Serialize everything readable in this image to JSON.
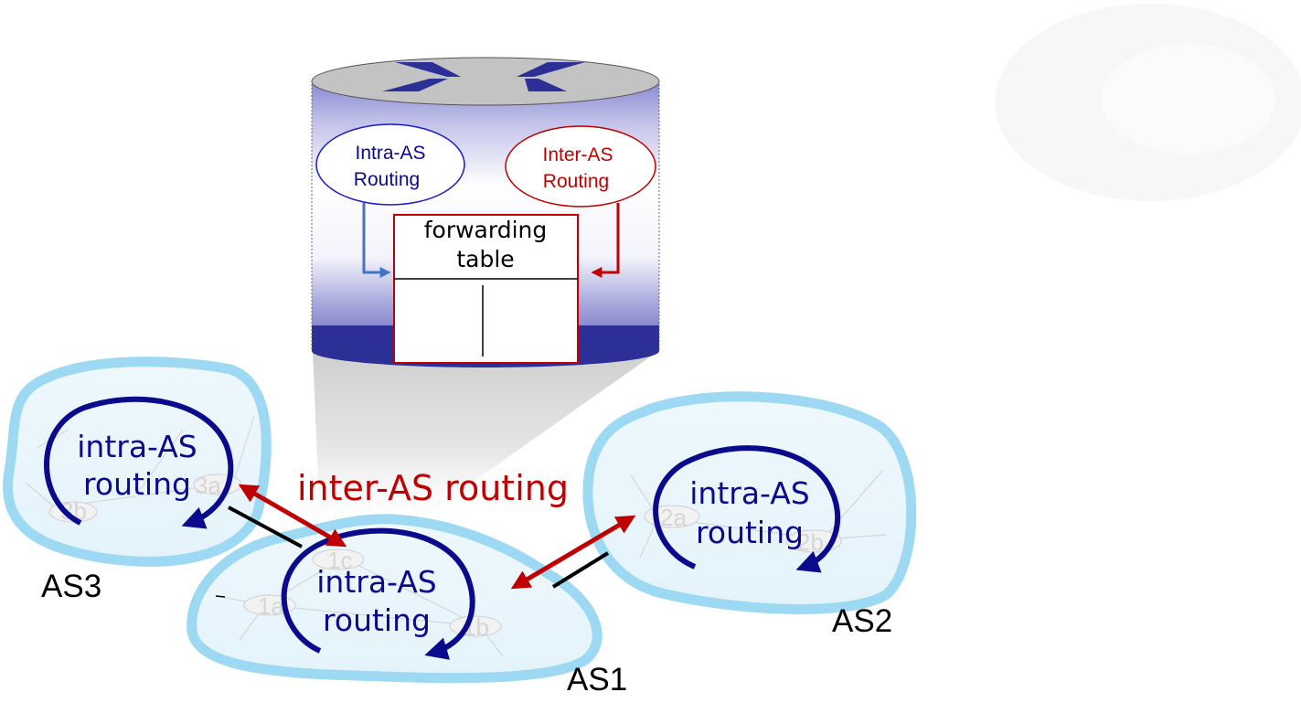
{
  "router": {
    "intra_as_line1": "Intra-AS",
    "intra_as_line2": "Routing",
    "inter_as_line1": "Inter-AS",
    "inter_as_line2": "Routing",
    "forwarding_line1": "forwarding",
    "forwarding_line2": "table"
  },
  "inter_as_label": "inter-AS routing",
  "autonomous_systems": {
    "as3": {
      "name": "AS3",
      "loop_line1": "intra-AS",
      "loop_line2": "routing",
      "router_labels": [
        "3a",
        "3b"
      ]
    },
    "as1": {
      "name": "AS1",
      "loop_line1": "intra-AS",
      "loop_line2": "routing",
      "router_labels": [
        "1a",
        "1b",
        "1c"
      ]
    },
    "as2": {
      "name": "AS2",
      "loop_line1": "intra-AS",
      "loop_line2": "routing",
      "router_labels": [
        "2a",
        "2b"
      ]
    }
  },
  "colors": {
    "intra_blue": "#0a0a8c",
    "inter_red": "#c00000",
    "cloud_outline": "#9dd9f3",
    "router_top": "#c3c3c3",
    "router_band": "#2b2f96"
  }
}
